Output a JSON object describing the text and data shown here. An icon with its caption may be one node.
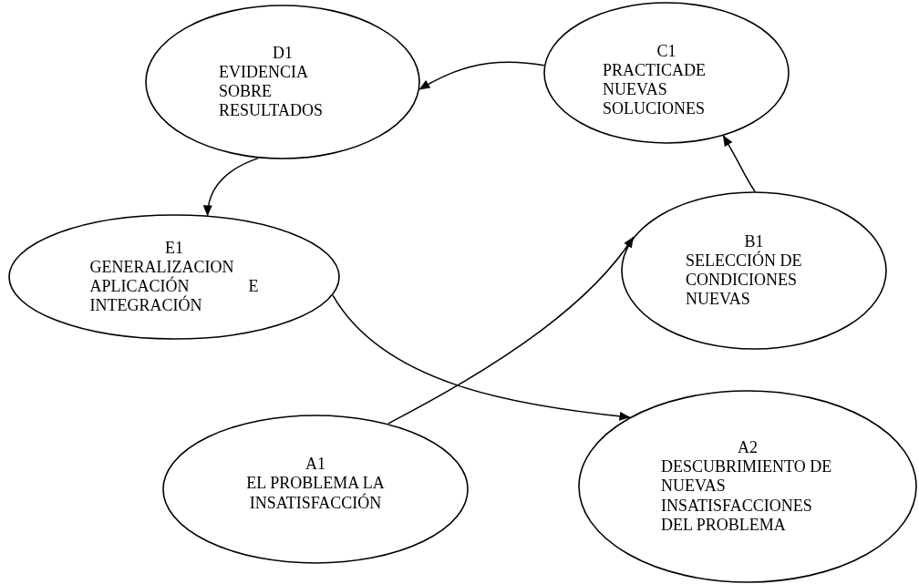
{
  "diagram": {
    "nodes": [
      {
        "text": [
          "D1",
          "EVIDENCIA SOBRE RESULTADOS"
        ]
      },
      {
        "text": [
          "C1",
          "PRACTICADE NUEVAS SOLUCIONES"
        ]
      },
      {
        "text": [
          "E1",
          "GENERALIZACION APLICACIÓN E INTEGRACIÓN"
        ]
      },
      {
        "text": [
          "B1",
          "SELECCIÓN DE CONDICIONES NUEVAS"
        ]
      },
      {
        "text": [
          "A1",
          "EL PROBLEMA LA INSATISFACCIÓN"
        ]
      },
      {
        "text": [
          "A2",
          "DESCUBRIMIENTO DE NUEVAS INSATISFACCIONES DEL PROBLEMA"
        ]
      }
    ],
    "edges": [
      {
        "from": 1,
        "to": 0,
        "arrow": "to"
      },
      {
        "from": 0,
        "to": 2,
        "arrow": "to"
      },
      {
        "from": 3,
        "to": 1,
        "arrow": "to"
      },
      {
        "from": 4,
        "to": 3,
        "arrow": "to"
      },
      {
        "from": 2,
        "to": 5,
        "arrow": "to"
      }
    ]
  }
}
